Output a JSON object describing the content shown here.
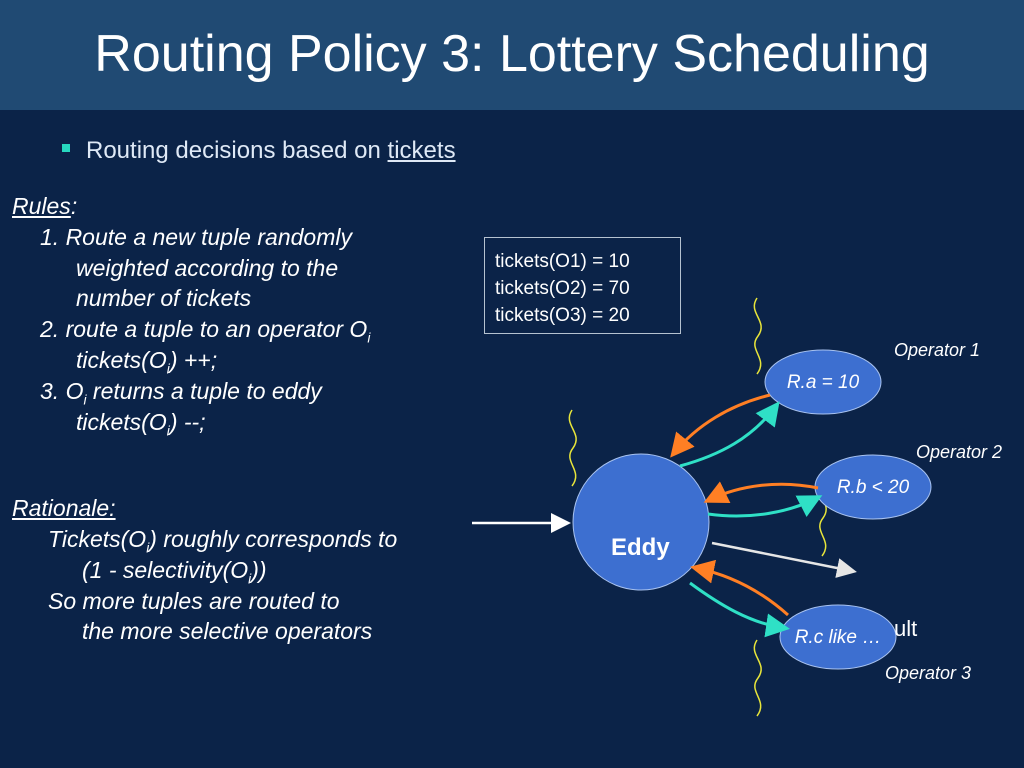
{
  "title": "Routing Policy 3: Lottery Scheduling",
  "bullet": {
    "text": "Routing decisions based on ",
    "link": "tickets"
  },
  "rules": {
    "heading": "Rules",
    "heading_suffix": ":",
    "r1a": "1. Route a new tuple randomly",
    "r1b": "weighted according to the",
    "r1c": "number of tickets",
    "r2a": "2. route a tuple to an operator O",
    "r2a_sub": "i",
    "r2b_pre": "tickets(O",
    "r2b_sub": "i",
    "r2b_post": ") ++;",
    "r3a_pre": "3. O",
    "r3a_sub": "i",
    "r3a_post": " returns a tuple to eddy",
    "r3b_pre": "tickets(O",
    "r3b_sub": "i",
    "r3b_post": ") --;"
  },
  "rationale": {
    "heading": "Rationale:",
    "l1_pre": "Tickets(O",
    "l1_sub": "i",
    "l1_post": ") roughly corresponds to",
    "l2_pre": "(1 - selectivity(O",
    "l2_sub": "i",
    "l2_post": "))",
    "l3": "So more tuples are routed to",
    "l4": "the more selective operators"
  },
  "tickets": [
    "tickets(O1) = 10",
    "tickets(O2) = 70",
    "tickets(O3) = 20"
  ],
  "diagram": {
    "eddy": "Eddy",
    "op1_label": "Operator 1",
    "op2_label": "Operator 2",
    "op3_label": "Operator 3",
    "op1_pred": "R.a = 10",
    "op2_pred": "R.b < 20",
    "op3_pred": "R.c like …",
    "result_partial": "ult"
  },
  "colors": {
    "background": "#0b2348",
    "title_bar": "#204a73",
    "node_fill": "#3d6fd0",
    "forward_arrow": "#2fe0c6",
    "return_arrow": "#ff7f24",
    "squiggle": "#e8e53a",
    "bullet": "#27d8c0"
  }
}
